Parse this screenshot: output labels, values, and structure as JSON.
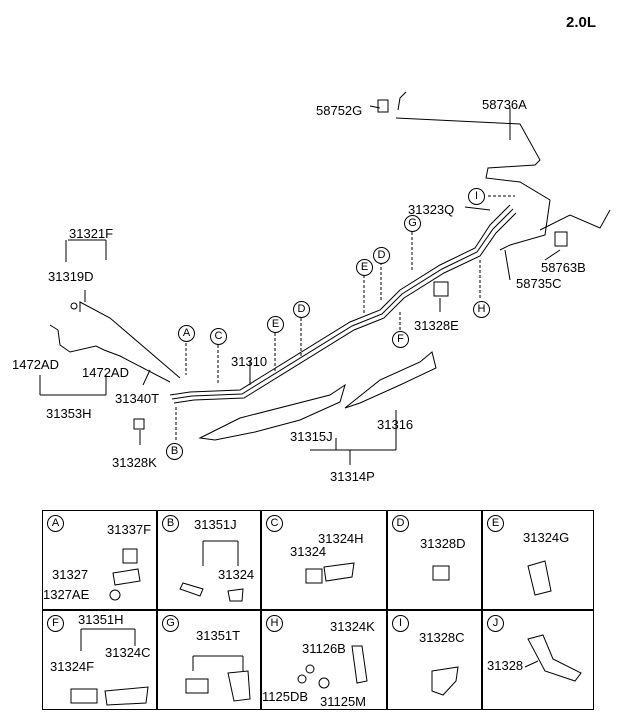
{
  "engine": "2.0L",
  "main_labels": {
    "p58752G": "58752G",
    "p58736A": "58736A",
    "p31323Q": "31323Q",
    "p58763B": "58763B",
    "p58735C": "58735C",
    "p31328E": "31328E",
    "p31321F": "31321F",
    "p31319D": "31319D",
    "p1472AD_left": "1472AD",
    "p1472AD_right": "1472AD",
    "p31353H": "31353H",
    "p31340T": "31340T",
    "p31310": "31310",
    "p31315J": "31315J",
    "p31316": "31316",
    "p31314P": "31314P",
    "p31328K": "31328K"
  },
  "callouts": {
    "A": "A",
    "B": "B",
    "C": "C",
    "D1": "D",
    "D2": "D",
    "E1": "E",
    "E2": "E",
    "F": "F",
    "G": "G",
    "H": "H",
    "I": "I"
  },
  "details": {
    "A": {
      "letter": "A",
      "parts": [
        "31337F",
        "31327",
        "1327AE"
      ]
    },
    "B": {
      "letter": "B",
      "parts": [
        "31351J",
        "31324"
      ]
    },
    "C": {
      "letter": "C",
      "parts": [
        "31324H",
        "31324"
      ]
    },
    "D": {
      "letter": "D",
      "parts": [
        "31328D"
      ]
    },
    "E": {
      "letter": "E",
      "parts": [
        "31324G"
      ]
    },
    "F": {
      "letter": "F",
      "parts": [
        "31351H",
        "31324F",
        "31324C"
      ]
    },
    "G": {
      "letter": "G",
      "parts": [
        "31351T"
      ]
    },
    "H": {
      "letter": "H",
      "parts": [
        "31324K",
        "31126B",
        "1125DB",
        "31125M"
      ]
    },
    "I": {
      "letter": "I",
      "parts": [
        "31328C"
      ]
    },
    "J": {
      "letter": "J",
      "parts": [
        "31328"
      ]
    }
  }
}
